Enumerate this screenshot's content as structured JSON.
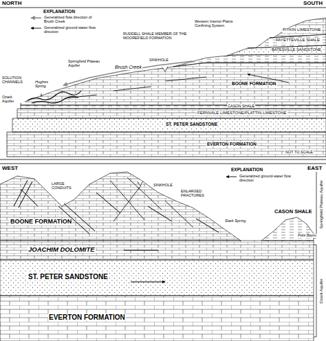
{
  "diagram": {
    "labels": [
      "NORTH",
      "SOUTH",
      "EXPLANATION",
      "PITKIN LIMESTONE",
      "FAYETTEVILLE SHALE",
      "BATESVILLE SANDSTONE",
      "RUDDELL SHALE MEMBER OF THE MOOREFIELD FORMATION",
      "Western Interior Plains Confining System",
      "SINKHOLE",
      "Springfield Plateau Aquifer",
      "Brush Creek",
      "BOONE FORMATION",
      "SOLUTION CHANNELS",
      "Hughes Spring",
      "Ozark Aquifer",
      "CASON SHALE",
      "FERNVALE LIMESTONE/PLATTIN LIMESTONE",
      "ST. PETER SANDSTONE",
      "EVERTON FORMATION",
      "NOT TO SCALE",
      "WEST",
      "EAST",
      "EXPLANATION",
      "LARGE CONDUITS",
      "SINKHOLE",
      "ENLARGED FRACTURES",
      "BOONE FORMATION",
      "JOACHIM DOLOMITE",
      "Stark Spring",
      "CASON SHALE",
      "Poke Bayou",
      "ST. PETER SANDSTONE",
      "EVERTON FORMATION",
      "Springfield Plateau Aquifer",
      "Ozark Aquifer"
    ],
    "legend": [
      {
        "text": "Generalized flow direction of Brush Creek"
      },
      {
        "text": "Generalized ground-water flow direction"
      },
      {
        "text": "Generalized ground-water flow direction"
      }
    ]
  }
}
